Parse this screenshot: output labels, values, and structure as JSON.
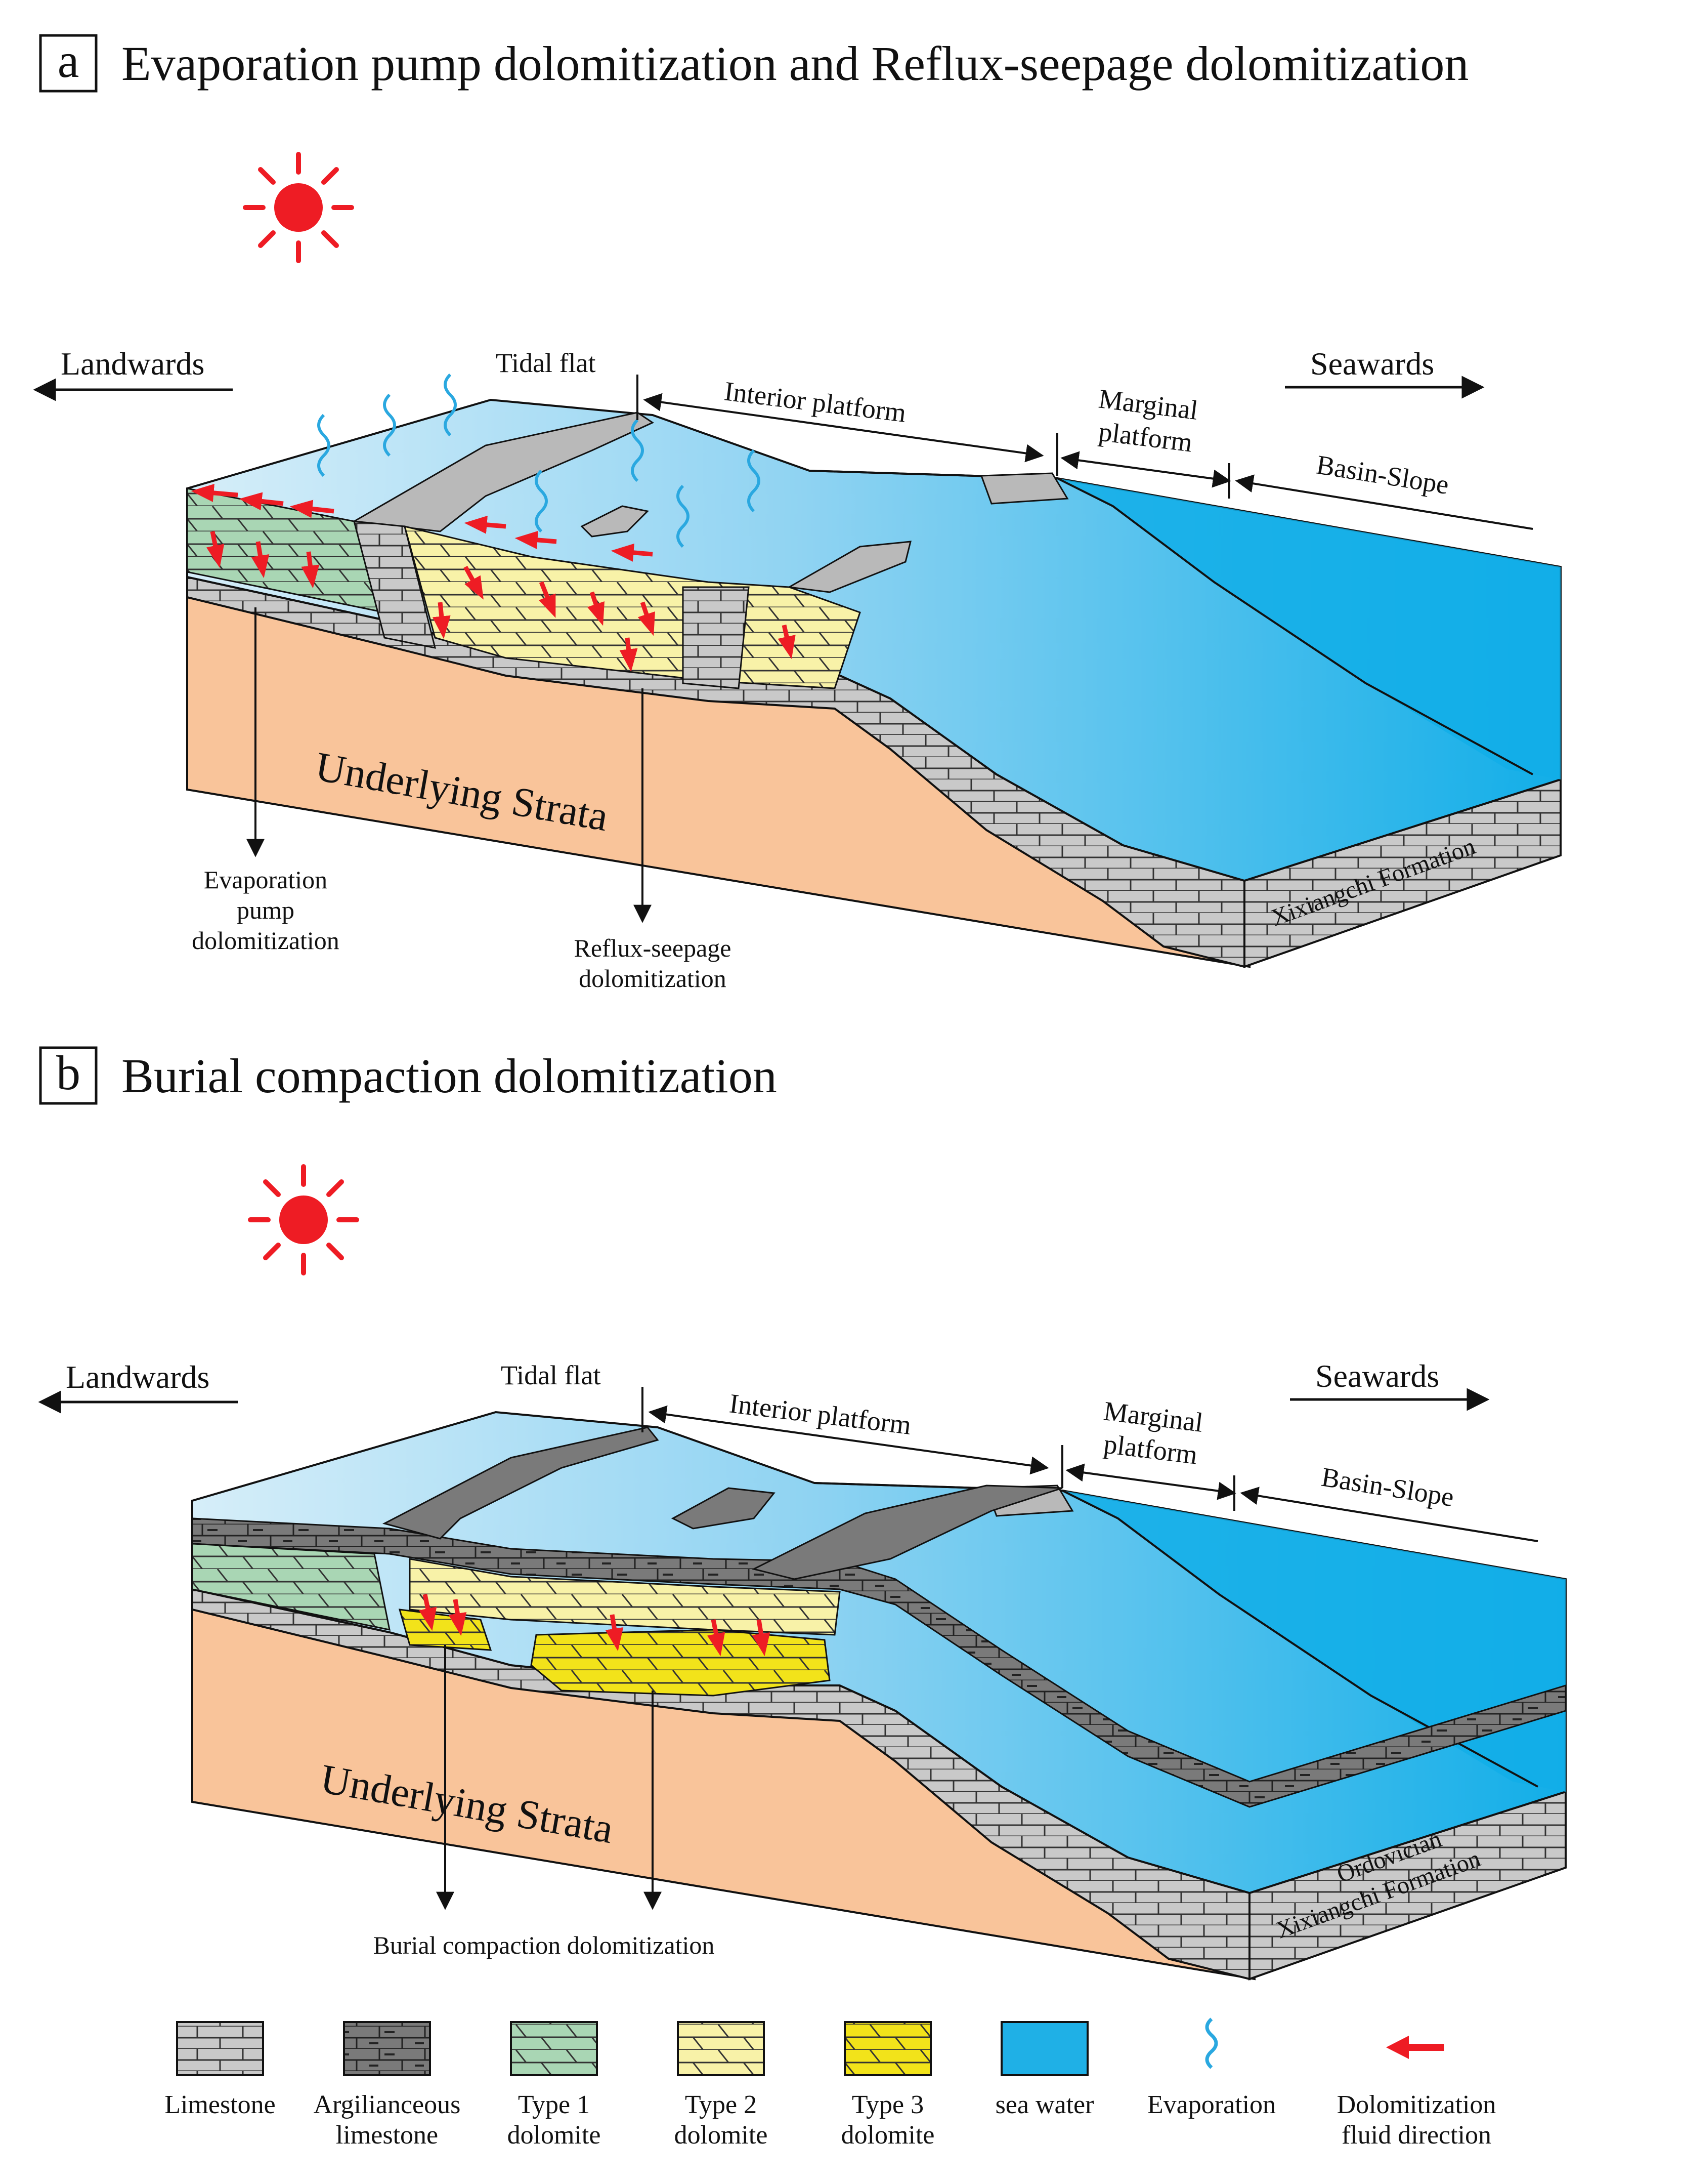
{
  "panel_a": {
    "letter": "a",
    "title": "Evaporation pump dolomitization and Reflux-seepage dolomitization",
    "landwards": "Landwards",
    "seawards": "Seawards",
    "zones": {
      "tidal_flat": "Tidal flat",
      "interior_platform": "Interior platform",
      "marginal_1": "Marginal",
      "marginal_2": "platform",
      "basin_slope": "Basin-Slope"
    },
    "underlying": "Underlying Strata",
    "formation": "Xixiangchi Formation",
    "process_1": [
      "Evaporation",
      "pump",
      "dolomitization"
    ],
    "process_2": [
      "Reflux-seepage",
      "dolomitization"
    ]
  },
  "panel_b": {
    "letter": "b",
    "title": "Burial compaction dolomitization",
    "landwards": "Landwards",
    "seawards": "Seawards",
    "zones": {
      "tidal_flat": "Tidal flat",
      "interior_platform": "Interior platform",
      "marginal_1": "Marginal",
      "marginal_2": "platform",
      "basin_slope": "Basin-Slope"
    },
    "underlying": "Underlying Strata",
    "ordovician": "Ordovician",
    "formation": "Xixiangchi Formation",
    "process": "Burial compaction dolomitization"
  },
  "legend": [
    {
      "key": "limestone",
      "lines": [
        "Limestone"
      ],
      "color": "#c8c8c8"
    },
    {
      "key": "argillaceous",
      "lines": [
        "Argilianceous",
        "limestone"
      ],
      "color": "#6e6e6e"
    },
    {
      "key": "type1",
      "lines": [
        "Type 1",
        "dolomite"
      ],
      "color": "#a9d6b4"
    },
    {
      "key": "type2",
      "lines": [
        "Type 2",
        "dolomite"
      ],
      "color": "#f8f2a8"
    },
    {
      "key": "type3",
      "lines": [
        "Type 3",
        "dolomite"
      ],
      "color": "#f2e31a"
    },
    {
      "key": "seawater",
      "lines": [
        "sea water"
      ],
      "color": "#1fb0e6"
    },
    {
      "key": "evaporation",
      "lines": [
        "Evaporation"
      ],
      "color": "#2aa8e0"
    },
    {
      "key": "fluid",
      "lines": [
        "Dolomitization",
        "fluid direction"
      ],
      "color": "#ee1c24"
    }
  ],
  "colors": {
    "sun": "#ee1c24",
    "strata": "#f9c49a",
    "sea_top": "#1fb3ea",
    "sea_light": "#d6eef9",
    "limestone": "#c8c8c8",
    "argillaceous": "#7a7a7a"
  }
}
